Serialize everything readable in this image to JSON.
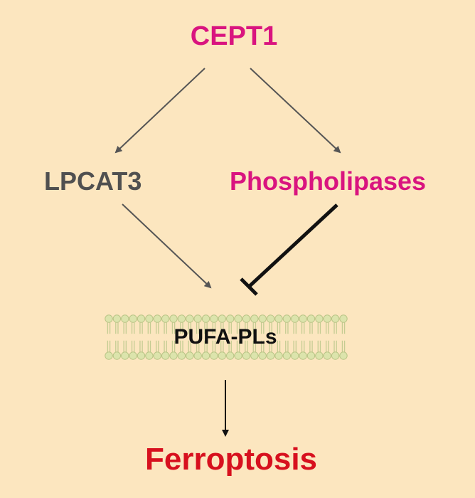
{
  "diagram": {
    "background_color": "#FCE6BF",
    "nodes": {
      "cept1": {
        "label": "CEPT1",
        "color": "#D9147F"
      },
      "lpcat3": {
        "label": "LPCAT3",
        "color": "#505050"
      },
      "phospholipases": {
        "label": "Phospholipases",
        "color": "#D9147F"
      },
      "pufa_pls": {
        "label": "PUFA-PLs",
        "color": "#111111"
      },
      "ferroptosis": {
        "label": "Ferroptosis",
        "color": "#D7101E"
      }
    },
    "edges": [
      {
        "from": "CEPT1",
        "to": "LPCAT3",
        "type": "activation"
      },
      {
        "from": "CEPT1",
        "to": "Phospholipases",
        "type": "activation"
      },
      {
        "from": "LPCAT3",
        "to": "PUFA-PLs",
        "type": "activation"
      },
      {
        "from": "Phospholipases",
        "to": "PUFA-PLs",
        "type": "inhibition"
      },
      {
        "from": "PUFA-PLs",
        "to": "Ferroptosis",
        "type": "activation"
      }
    ],
    "membrane": {
      "head_color": "#DCE4AC",
      "head_stroke": "#B9C486",
      "tail_color": "#C4CC92"
    },
    "arrow_color": "#555555",
    "inhibitor_color": "#111111"
  }
}
